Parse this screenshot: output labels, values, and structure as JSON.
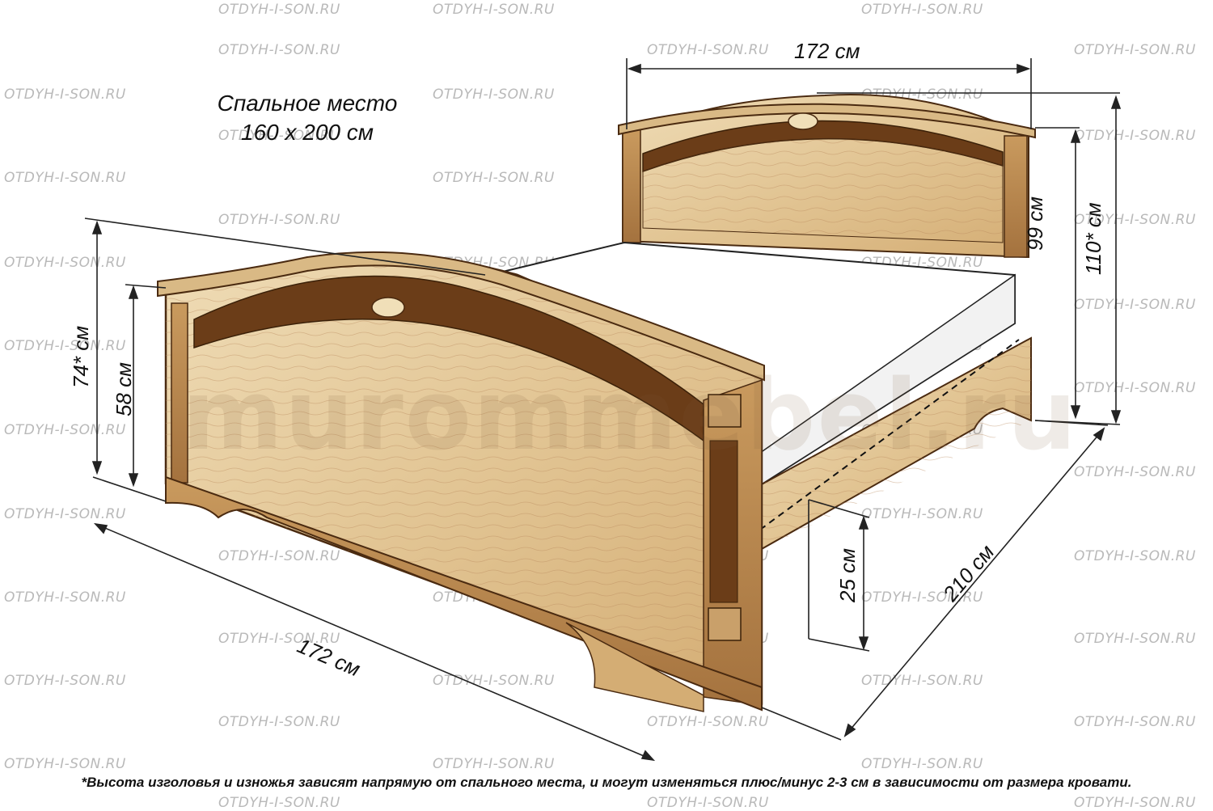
{
  "sleeping_area": {
    "line1": "Спальное место",
    "line2": "160 х 200 см"
  },
  "dimensions": {
    "headboard_width": "172 см",
    "headboard_height": "99 см",
    "headboard_total": "110* см",
    "footboard_total": "74* см",
    "footboard_height": "58 см",
    "frame_width": "172 см",
    "frame_length": "210 см",
    "side_height": "25 см"
  },
  "watermark": "OTDYH-I-SON.RU",
  "brand_watermark": "murommebel.ru",
  "footnote": "*Высота изголовья и изножья зависят напрямую от спального места, и могут изменяться плюс/минус 2-3 см в зависимости от размера кровати.",
  "colors": {
    "wood_light": "#e8d2a8",
    "wood_mid": "#c9a06a",
    "wood_dark": "#7a4a22",
    "line": "#4a2a10",
    "watermark": "#b9b9b9"
  }
}
